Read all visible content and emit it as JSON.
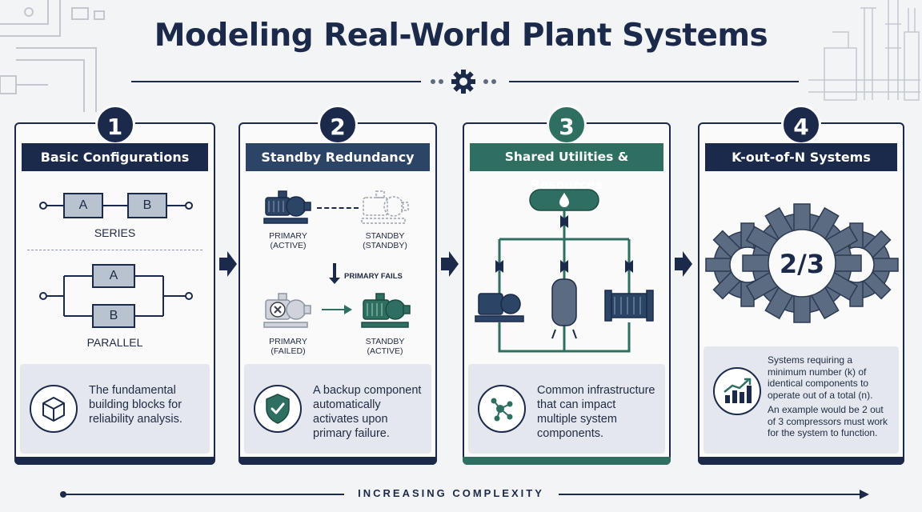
{
  "title": "Modeling Real-World Plant Systems",
  "footer": "INCREASING COMPLEXITY",
  "colors": {
    "navy": "#1b2a4a",
    "slate": "#2c4466",
    "teal": "#2f6f62",
    "gear": "#5a6b82"
  },
  "steps": [
    {
      "number": "1",
      "heading": "Basic Configurations",
      "block_a": "A",
      "block_b": "B",
      "series_label": "SERIES",
      "parallel_label": "PARALLEL",
      "description": "The fundamental building blocks for reliability analysis.",
      "icon": "cube-icon"
    },
    {
      "number": "2",
      "heading": "Standby Redundancy",
      "primary_active": "PRIMARY (ACTIVE)",
      "standby_standby": "STANDBY (STANDBY)",
      "transition": "PRIMARY FAILS",
      "primary_failed": "PRIMARY (FAILED)",
      "standby_active": "STANDBY (ACTIVE)",
      "description": "A backup component automatically activates upon primary failure.",
      "icon": "shield-check-icon"
    },
    {
      "number": "3",
      "heading": "Shared Utilities & Resources",
      "description": "Common infrastructure that can impact multiple system components.",
      "icon": "network-icon"
    },
    {
      "number": "4",
      "heading": "K-out-of-N Systems",
      "ratio": "2/3",
      "description_1": "Systems requiring a minimum number (k) of identical components to operate out of a total (n).",
      "description_2": "An example would be 2 out of 3 compressors must work for the system to function.",
      "icon": "growth-chart-icon"
    }
  ]
}
